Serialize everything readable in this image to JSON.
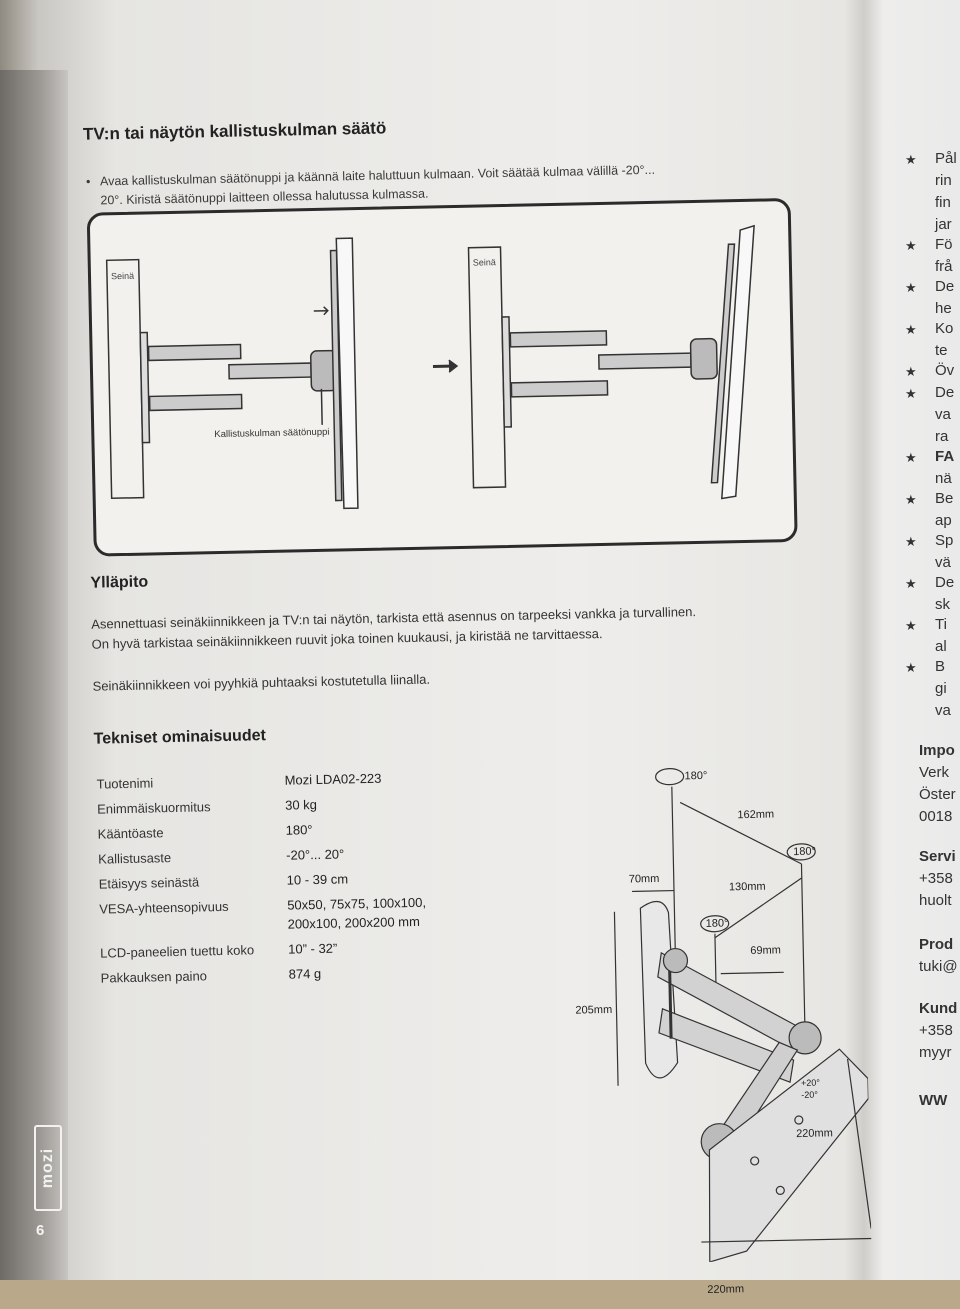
{
  "page": {
    "page_number": "6",
    "brand": "mozi"
  },
  "tilt": {
    "title": "TV:n tai näytön kallistuskulman säätö",
    "bullet_line1": "Avaa kallistuskulman säätönuppi ja käännä laite haluttuun kulmaan. Voit säätää kulmaa välillä -20°...",
    "bullet_line2": "20°. Kiristä säätönuppi laitteen ollessa halutussa kulmassa.",
    "wall_label_left": "Seinä",
    "wall_label_right": "Seinä",
    "knob_label": "Kallistuskulman säätönuppi"
  },
  "maintenance": {
    "title": "Ylläpito",
    "line1": "Asennettuasi seinäkiinnikkeen ja TV:n tai näytön, tarkista että asennus on tarpeeksi vankka ja turvallinen.",
    "line2": "On hyvä tarkistaa seinäkiinnikkeen ruuvit joka toinen kuukausi, ja kiristää ne tarvittaessa.",
    "line3": "Seinäkiinnikkeen voi pyyhkiä puhtaaksi kostutetulla liinalla."
  },
  "specs": {
    "title": "Tekniset ominaisuudet",
    "rows": [
      {
        "label": "Tuotenimi",
        "value": "Mozi LDA02-223"
      },
      {
        "label": "Enimmäiskuormitus",
        "value": "30 kg"
      },
      {
        "label": "Kääntöaste",
        "value": "180°"
      },
      {
        "label": "Kallistusaste",
        "value": "-20°... 20°"
      },
      {
        "label": "Etäisyys seinästä",
        "value": "10 - 39 cm"
      },
      {
        "label": "VESA-yhteensopivuus",
        "value": "50x50, 75x75, 100x100, 200x100, 200x200 mm"
      },
      {
        "label": "LCD-paneelien tuettu koko",
        "value": "10” - 32”"
      },
      {
        "label": "Pakkauksen paino",
        "value": "874 g"
      }
    ]
  },
  "dimensions": {
    "rot1": "180°",
    "rot2": "180°",
    "rot3": "180°",
    "d162": "162mm",
    "d130": "130mm",
    "d70": "70mm",
    "d69": "69mm",
    "d205": "205mm",
    "d220a": "220mm",
    "d220b": "220mm",
    "tilt_pos": "+20°",
    "tilt_neg": "-20°"
  },
  "right_page": {
    "lines": [
      "Pål",
      "rin",
      "fin",
      "jar",
      "Fö",
      "frå",
      "De",
      "he",
      "Ko",
      "te",
      "Öv",
      "De",
      "va",
      "ra",
      "FA",
      "nä",
      "Be",
      "ap",
      "Sp",
      "vä",
      "De",
      "sk",
      "Ti",
      "al",
      "B",
      "gi",
      "va"
    ],
    "impo": "Impo",
    "verk": "Verk",
    "oster": "Öster",
    "zip": "0018",
    "servi": "Servi",
    "phone1": "+358",
    "huolt": "huolt",
    "prod": "Prod",
    "tuki": "tuki@",
    "kund": "Kund",
    "phone2": "+358",
    "myyr": "myyr",
    "www": "WW"
  },
  "colors": {
    "text": "#2a2a2a",
    "paper": "#eeedeb",
    "strip": "#8a8782"
  }
}
